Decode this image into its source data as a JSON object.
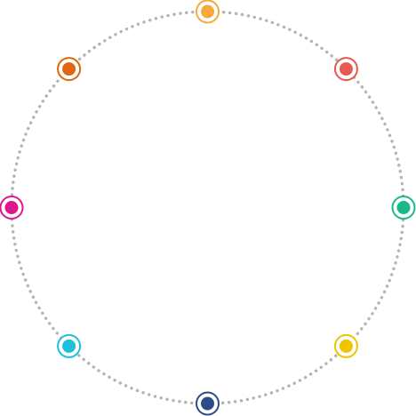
{
  "ring": {
    "color": "#b3b3b3"
  },
  "nodes": [
    {
      "id": "top",
      "color": "#f5a93d"
    },
    {
      "id": "top-right",
      "color": "#e85a4f"
    },
    {
      "id": "right",
      "color": "#1ab88a"
    },
    {
      "id": "bottom-right",
      "color": "#f2c300"
    },
    {
      "id": "bottom",
      "color": "#2c4a8c"
    },
    {
      "id": "bottom-left",
      "color": "#1ec0dc"
    },
    {
      "id": "left",
      "color": "#e0168c"
    },
    {
      "id": "top-left",
      "color": "#e2650f"
    }
  ]
}
